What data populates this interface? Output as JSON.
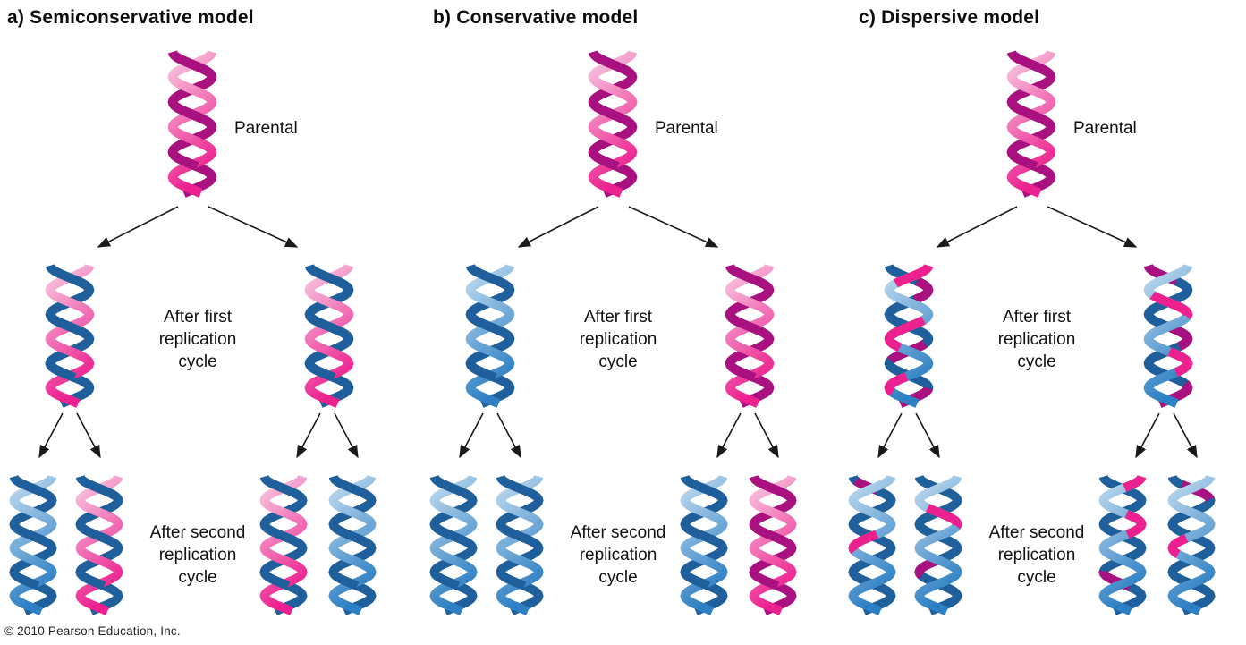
{
  "palette": {
    "pink_dark": "#a8117f",
    "pink_bright": "#ec218f",
    "pink_light": "#f8cce2",
    "blue_dark": "#1e5f9c",
    "blue_mid": "#2e80c4",
    "blue_light": "#c2dcf0",
    "arrow_color": "#1a1a1a",
    "text_color": "#111111"
  },
  "labels": {
    "parental": "Parental",
    "after_first": "After first\nreplication\ncycle",
    "after_second": "After second\nreplication\ncycle"
  },
  "footer": {
    "copyright": "© 2010 Pearson Education, Inc."
  },
  "models": [
    {
      "title": "a) Semiconservative model",
      "parental": {
        "back": "pink_solid",
        "front": "pink_grad"
      },
      "first": [
        {
          "back": "blue_solid",
          "front": "pink_grad"
        },
        {
          "back": "blue_solid",
          "front": "pink_grad"
        }
      ],
      "second": [
        {
          "back": "blue_solid",
          "front": "blue_grad"
        },
        {
          "back": "blue_solid",
          "front": "pink_grad"
        },
        {
          "back": "blue_solid",
          "front": "pink_grad"
        },
        {
          "back": "blue_solid",
          "front": "blue_grad"
        }
      ]
    },
    {
      "title": "b) Conservative model",
      "parental": {
        "back": "pink_solid",
        "front": "pink_grad"
      },
      "first": [
        {
          "back": "blue_solid",
          "front": "blue_grad"
        },
        {
          "back": "pink_solid",
          "front": "pink_grad"
        }
      ],
      "second": [
        {
          "back": "blue_solid",
          "front": "blue_grad"
        },
        {
          "back": "blue_solid",
          "front": "blue_grad"
        },
        {
          "back": "blue_solid",
          "front": "blue_grad"
        },
        {
          "back": "pink_solid",
          "front": "pink_grad"
        }
      ]
    },
    {
      "title": "c) Dispersive model",
      "parental": {
        "back": "pink_solid",
        "front": "pink_grad"
      },
      "first": [
        {
          "back": {
            "base": "blue_solid",
            "patches": [
              {
                "style": "pink_solid",
                "start": 12,
                "len": 12
              },
              {
                "style": "pink_solid",
                "start": 55,
                "len": 14
              },
              {
                "style": "pink_solid",
                "start": 88,
                "len": 12
              }
            ]
          },
          "front": {
            "base": "blue_grad",
            "patches": [
              {
                "style": "pink_bright",
                "start": 0,
                "len": 14
              },
              {
                "style": "pink_bright",
                "start": 38,
                "len": 20
              },
              {
                "style": "pink_bright",
                "start": 80,
                "len": 10
              }
            ]
          }
        },
        {
          "back": {
            "base": "blue_solid",
            "patches": [
              {
                "style": "pink_solid",
                "start": 0,
                "len": 12
              },
              {
                "style": "pink_solid",
                "start": 45,
                "len": 12
              },
              {
                "style": "pink_solid",
                "start": 86,
                "len": 14
              }
            ]
          },
          "front": {
            "base": "blue_grad",
            "patches": [
              {
                "style": "pink_bright",
                "start": 20,
                "len": 16
              },
              {
                "style": "pink_bright",
                "start": 62,
                "len": 14
              }
            ]
          }
        }
      ],
      "second": [
        {
          "back": {
            "base": "blue_solid",
            "patches": [
              {
                "style": "pink_solid",
                "start": 2,
                "len": 9
              }
            ]
          },
          "front": {
            "base": "blue_grad",
            "patches": [
              {
                "style": "pink_bright",
                "start": 42,
                "len": 12
              }
            ]
          }
        },
        {
          "back": {
            "base": "blue_solid",
            "patches": [
              {
                "style": "pink_solid",
                "start": 62,
                "len": 10
              }
            ]
          },
          "front": {
            "base": "blue_grad",
            "patches": [
              {
                "style": "pink_bright",
                "start": 22,
                "len": 14
              }
            ]
          }
        },
        {
          "back": {
            "base": "blue_solid",
            "patches": [
              {
                "style": "pink_solid",
                "start": 70,
                "len": 12
              }
            ]
          },
          "front": {
            "base": "blue_grad",
            "patches": [
              {
                "style": "pink_bright",
                "start": 0,
                "len": 8
              },
              {
                "style": "pink_bright",
                "start": 28,
                "len": 14
              }
            ]
          }
        },
        {
          "back": {
            "base": "blue_solid",
            "patches": [
              {
                "style": "pink_solid",
                "start": 5,
                "len": 12
              }
            ]
          },
          "front": {
            "base": "blue_grad",
            "patches": [
              {
                "style": "pink_bright",
                "start": 46,
                "len": 10
              }
            ]
          }
        }
      ]
    }
  ]
}
